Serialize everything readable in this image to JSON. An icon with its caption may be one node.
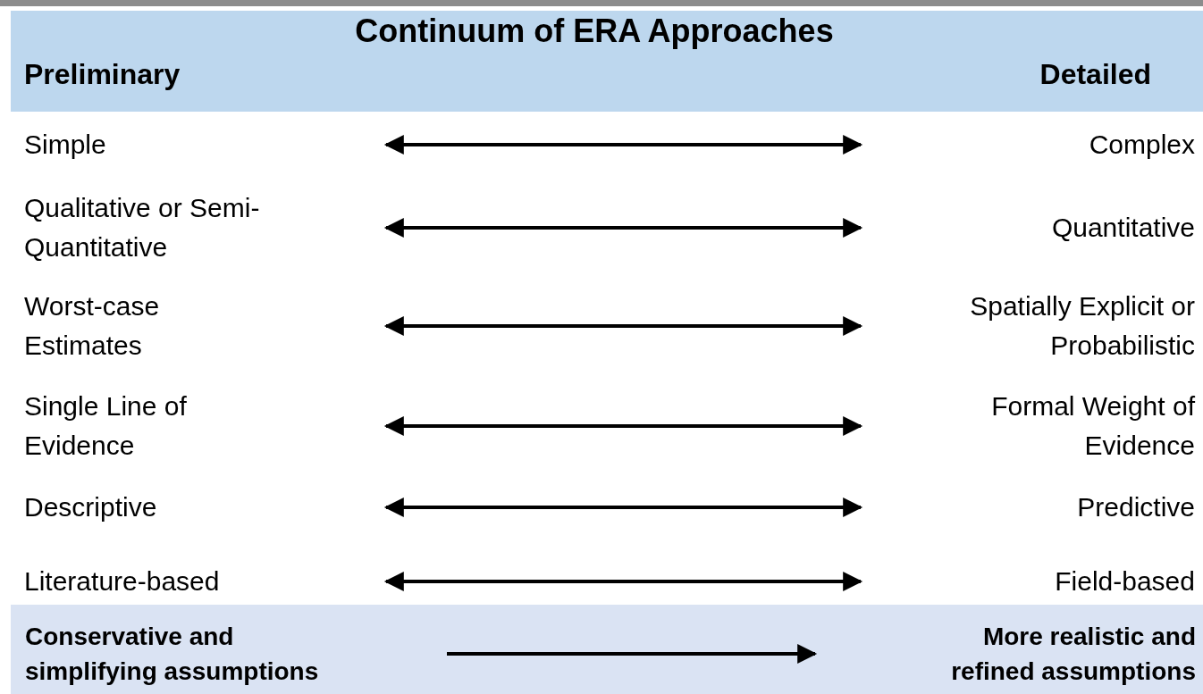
{
  "diagram": {
    "title": "Continuum of ERA Approaches",
    "labels": [
      "Preliminary",
      "Detailed",
      "Simple",
      "Complex",
      "Qualitative or Semi-Quantitative",
      "Quantitative",
      "Worst-case Estimates",
      "Spatially Explicit or Probabilistic",
      "Single Line of Evidence",
      "Formal Weight of Evidence",
      "Descriptive",
      "Predictive",
      "Literature-based",
      "Field-based",
      "Conservative and simplifying assumptions",
      "More realistic and refined assumptions"
    ]
  }
}
